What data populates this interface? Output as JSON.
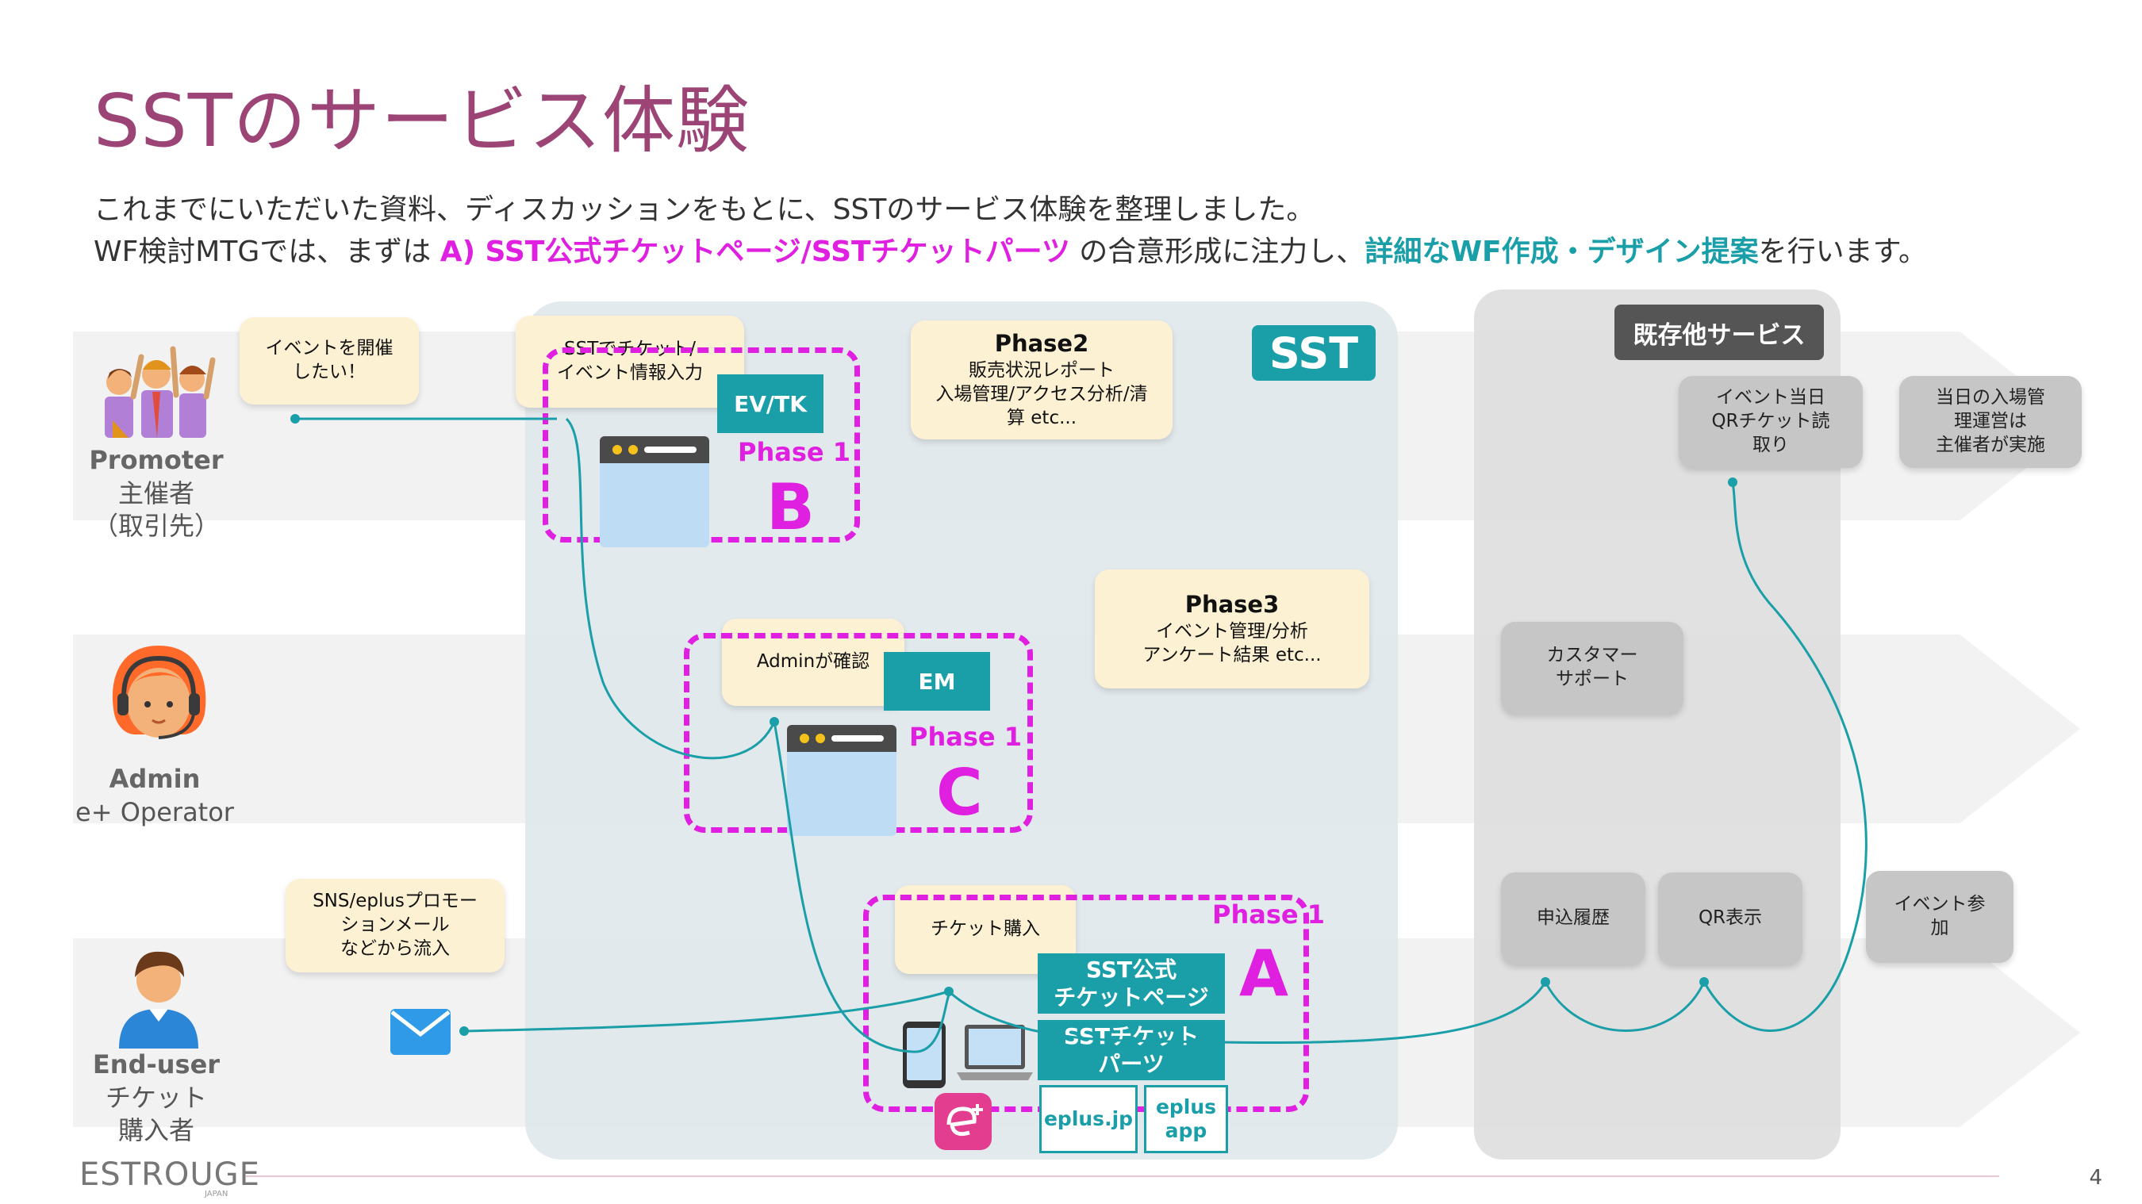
{
  "title": "SSTのサービス体験",
  "subtitle": {
    "line1": "これまでにいただいた資料、ディスカッションをもとに、SSTのサービス体験を整理しました。",
    "line2_pre": "WF検討MTGでは、まずは ",
    "line2_hl1": "A) SST公式チケットページ/SSTチケットパーツ",
    "line2_mid": " の合意形成に注力し、",
    "line2_hl2": "詳細なWF作成・デザイン提案",
    "line2_post": "を行います。"
  },
  "roles": {
    "promoter": {
      "name": "Promoter",
      "jp": "主催者",
      "sub": "（取引先）"
    },
    "admin": {
      "name": "Admin",
      "sub": "e+ Operator"
    },
    "enduser": {
      "name": "End-user",
      "jp1": "チケット",
      "jp2": "購入者"
    }
  },
  "sst_label": "SST",
  "other_service_label": "既存他サービス",
  "bubbles": {
    "event_host": {
      "l1": "イベントを開催",
      "l2": "したい！"
    },
    "sst_ticket": {
      "l1": "SSTでチケット/",
      "l2": "イベント情報入力"
    },
    "phase2": {
      "title": "Phase2",
      "l1": "販売状況レポート",
      "l2": "入場管理/アクセス分析/清",
      "l3": "算 etc..."
    },
    "phase3": {
      "title": "Phase3",
      "l1": "イベント管理/分析",
      "l2": "アンケート結果 etc..."
    },
    "admin_confirm": "Adminが確認",
    "ticket_purchase": "チケット購入",
    "sns": {
      "l1": "SNS/eplusプロモー",
      "l2": "ションメール",
      "l3": "などから流入"
    }
  },
  "gray_bubbles": {
    "qr_read": {
      "l1": "イベント当日",
      "l2": "QRチケット読",
      "l3": "取り"
    },
    "entry_mgmt": {
      "l1": "当日の入場管",
      "l2": "理運営は",
      "l3": "主催者が実施"
    },
    "customer_support": {
      "l1": "カスタマー",
      "l2": "サポート"
    },
    "history": "申込履歴",
    "qr_display": "QR表示",
    "event_join": {
      "l1": "イベント参",
      "l2": "加"
    }
  },
  "blocks": {
    "evtk": "EV/TK",
    "em": "EM",
    "sst_official": {
      "l1": "SST公式",
      "l2": "チケットページ"
    },
    "sst_parts": {
      "l1": "SSTチケット",
      "l2": "パーツ"
    },
    "eplus_jp": "eplus.jp",
    "eplus_app": {
      "l1": "eplus",
      "l2": "app"
    }
  },
  "phases": {
    "b": {
      "label": "Phase 1",
      "letter": "B"
    },
    "c": {
      "label": "Phase 1",
      "letter": "C"
    },
    "a": {
      "label": "Phase 1",
      "letter": "A"
    }
  },
  "footer": {
    "logo": "ESTROUGE",
    "logo_sub": "JAPAN",
    "page": "4"
  },
  "colors": {
    "teal": "#1a9fa8",
    "magenta": "#e020e0",
    "title": "#9b4475",
    "bubble": "#fdf1d4"
  }
}
